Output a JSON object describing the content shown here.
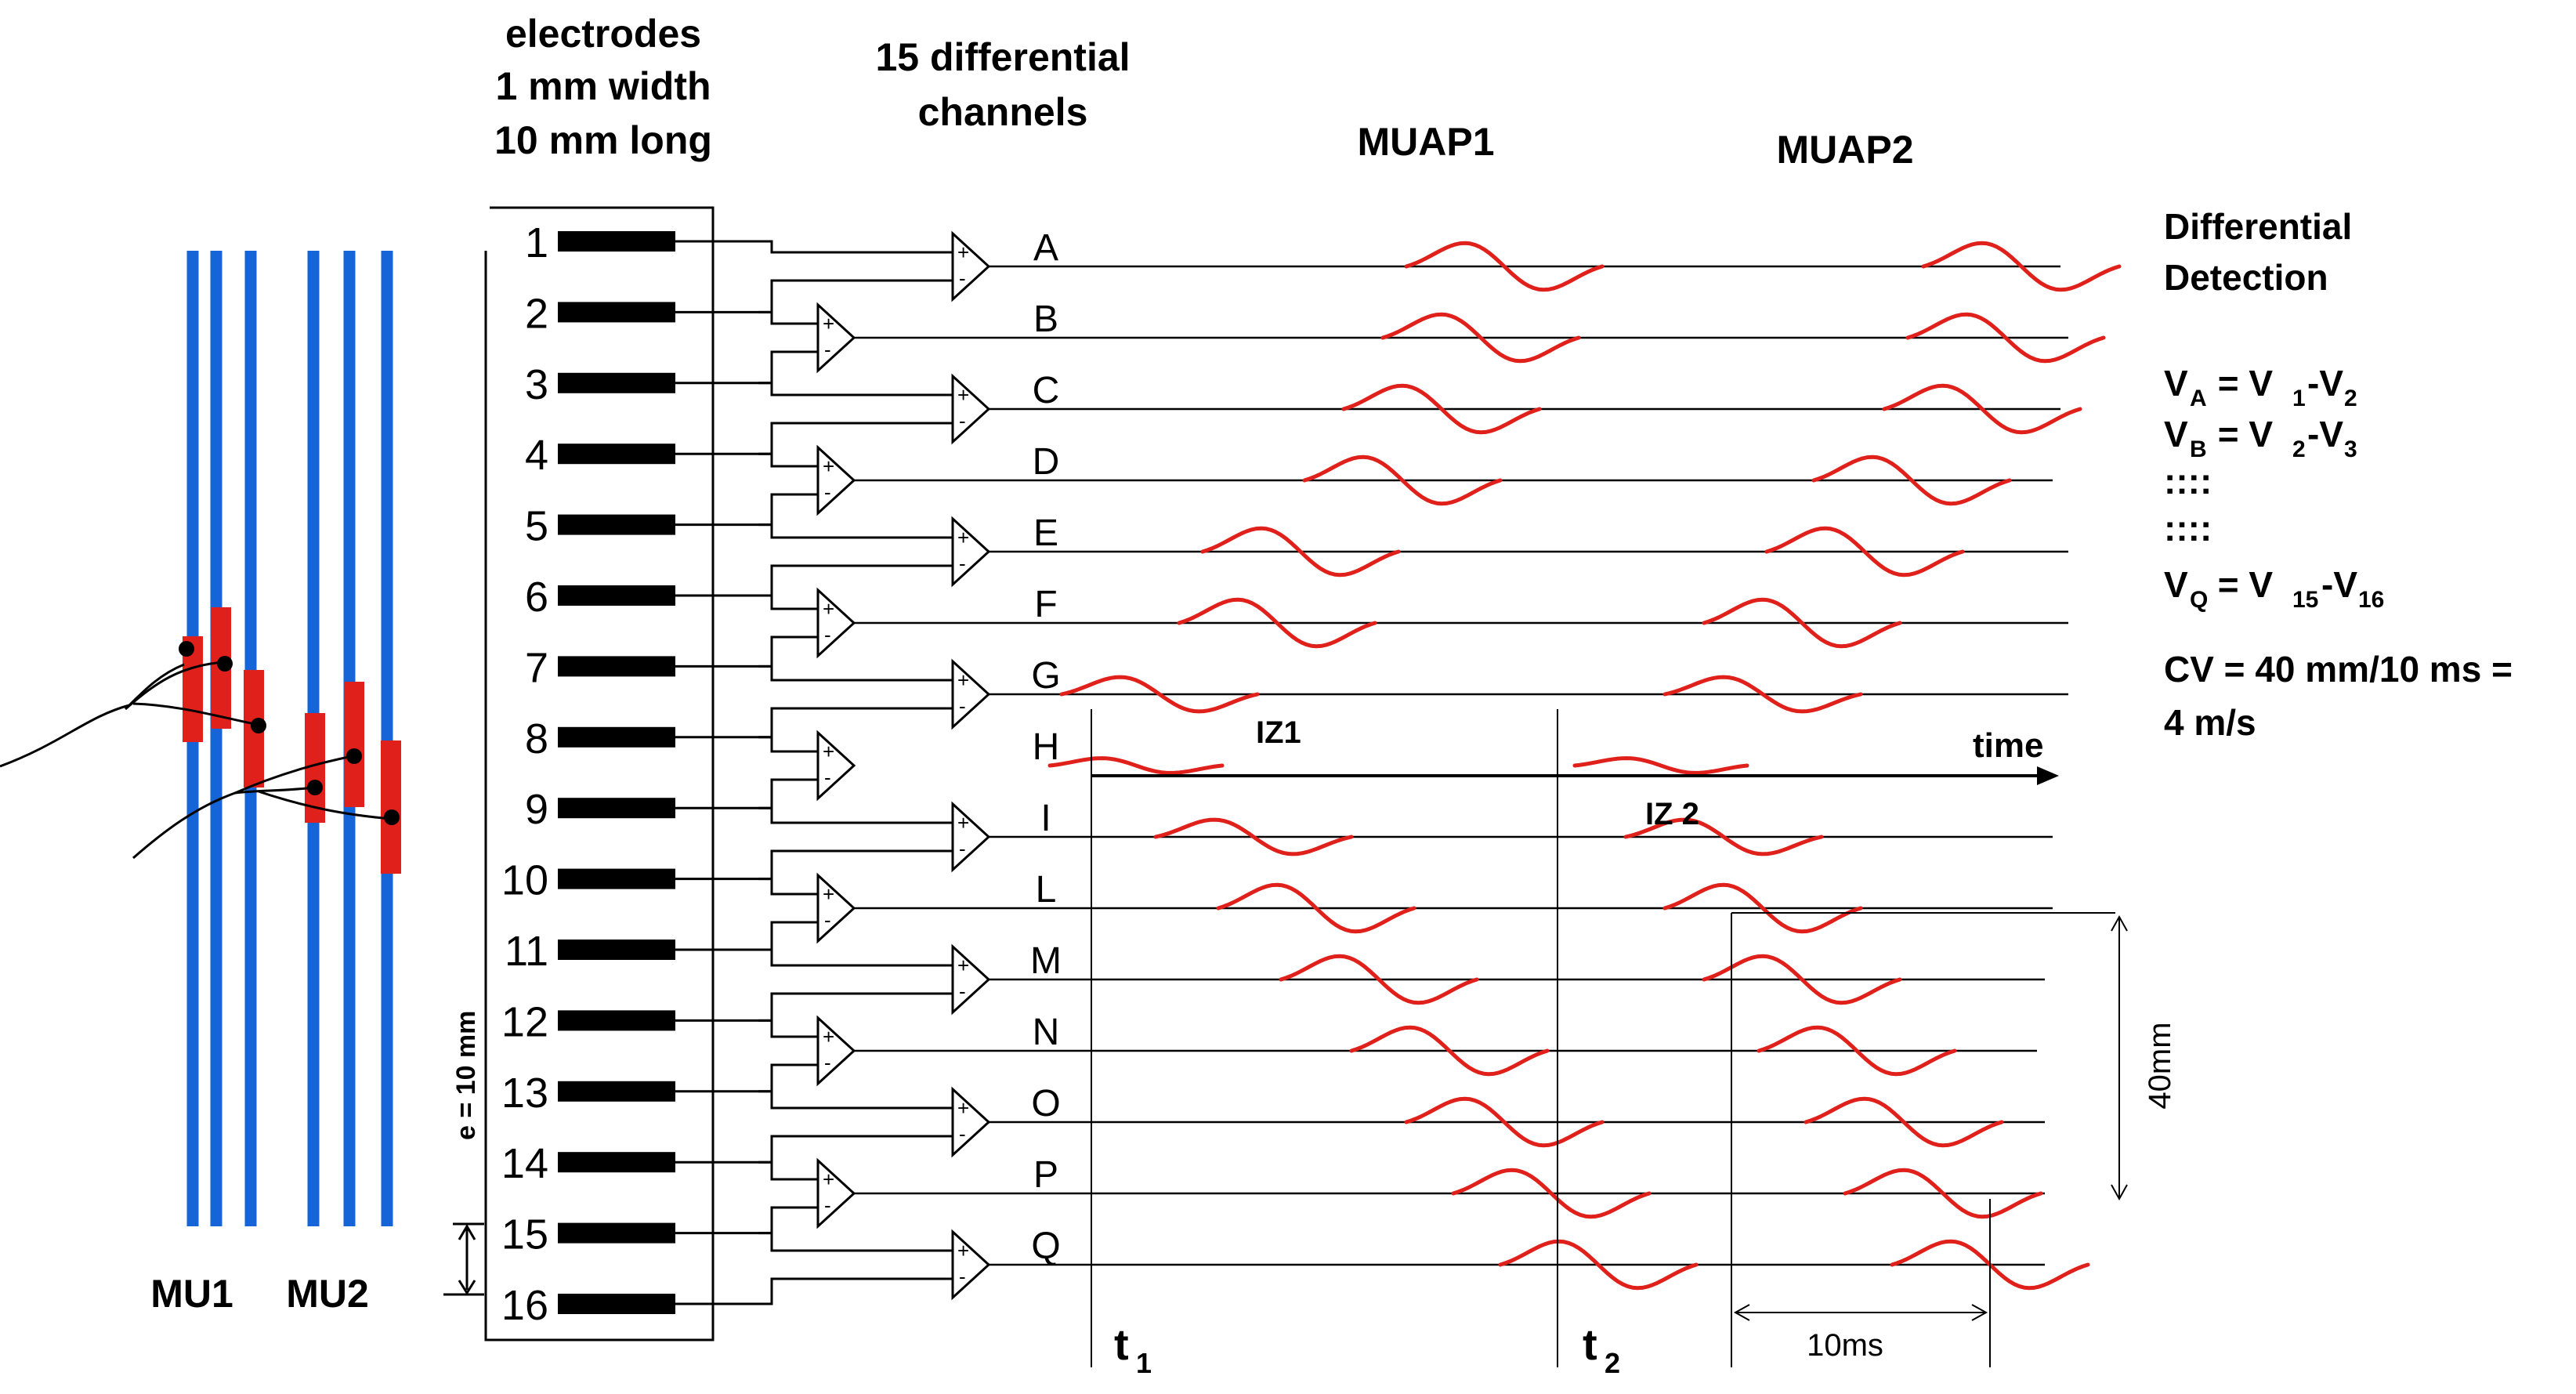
{
  "header": {
    "electrodes": [
      "electrodes",
      "1 mm width",
      "10 mm long"
    ],
    "channels": [
      "15 differential",
      "channels"
    ],
    "muap1": "MUAP1",
    "muap2": "MUAP2"
  },
  "electrode_labels": [
    "1",
    "2",
    "3",
    "4",
    "5",
    "6",
    "7",
    "8",
    "9",
    "10",
    "11",
    "12",
    "13",
    "14",
    "15",
    "16"
  ],
  "channel_labels": [
    "A",
    "B",
    "C",
    "D",
    "E",
    "F",
    "G",
    "H",
    "I",
    "L",
    "M",
    "N",
    "O",
    "P",
    "Q"
  ],
  "motor_units": [
    "MU1",
    "MU2"
  ],
  "spacing_label": "e = 10 mm",
  "time_label": "time",
  "iz_labels": [
    "IZ1",
    "IZ 2"
  ],
  "time_markers": {
    "t1": "t",
    "t1_sub": "1",
    "t2": "t",
    "t2_sub": "2"
  },
  "distance_label": "40mm",
  "duration_label": "10ms",
  "equations": {
    "title": [
      "Differential",
      "Detection"
    ],
    "va": {
      "lhs": "V",
      "lhs_sub": "A",
      "eq": " = V",
      "s1": "1",
      "minus": "-V",
      "s2": "2"
    },
    "vb": {
      "lhs": "V",
      "lhs_sub": "B",
      "eq": " = V",
      "s1": "2",
      "minus": "-V",
      "s2": "3"
    },
    "dots1": "::::",
    "dots2": "::::",
    "vq": {
      "lhs": "V",
      "lhs_sub": "Q",
      "eq": " = V",
      "s1": "15",
      "minus": "-V",
      "s2": "16"
    },
    "cv": [
      "CV = 40 mm/10 ms =",
      "4 m/s"
    ]
  },
  "colors": {
    "fiber": "#1565D8",
    "muap": "#E0201B",
    "ink": "#000000"
  }
}
